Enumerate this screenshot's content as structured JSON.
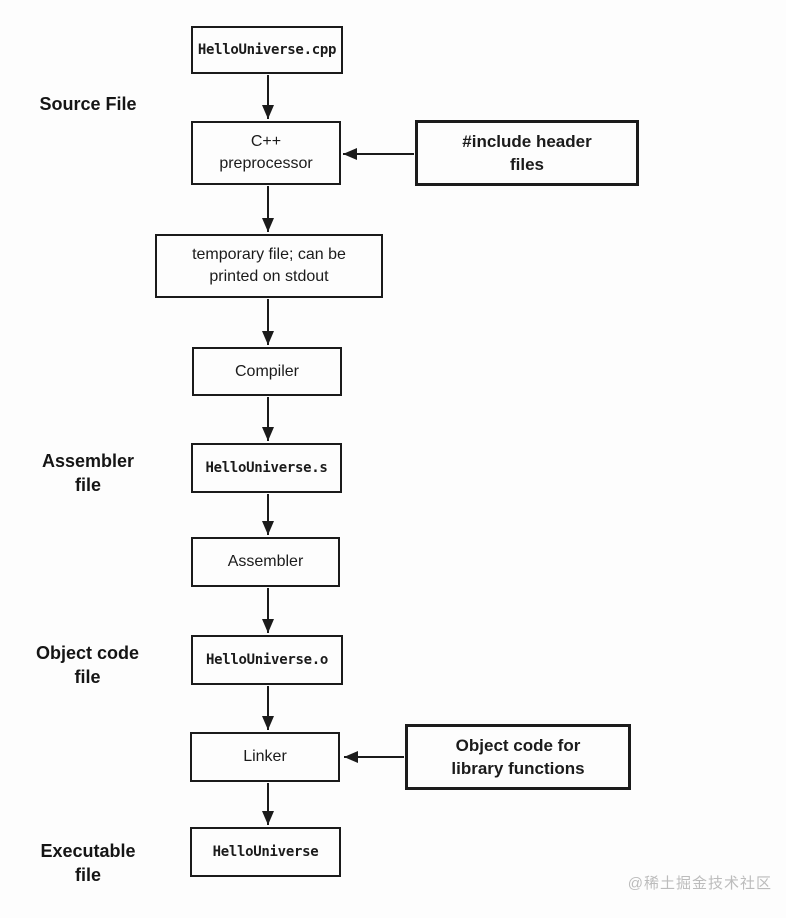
{
  "diagram_title": "C++ compilation pipeline flowchart",
  "nodes": {
    "cpp_source": {
      "label": "HelloUniverse.cpp",
      "kind": "file"
    },
    "preprocessor": {
      "label": "C++\npreprocessor",
      "kind": "process"
    },
    "include_header": {
      "label": "#include header\nfiles",
      "kind": "annotation"
    },
    "temp_file": {
      "label": "temporary file; can be\nprinted on stdout",
      "kind": "process"
    },
    "compiler": {
      "label": "Compiler",
      "kind": "process"
    },
    "asm_file": {
      "label": "HelloUniverse.s",
      "kind": "file"
    },
    "assembler": {
      "label": "Assembler",
      "kind": "process"
    },
    "obj_file": {
      "label": "HelloUniverse.o",
      "kind": "file"
    },
    "linker": {
      "label": "Linker",
      "kind": "process"
    },
    "lib_objects": {
      "label": "Object code for\nlibrary functions",
      "kind": "annotation"
    },
    "executable": {
      "label": "HelloUniverse",
      "kind": "file"
    }
  },
  "stage_labels": {
    "source": "Source File",
    "assembler": "Assembler\nfile",
    "object": "Object code\nfile",
    "executable": "Executable\nfile"
  },
  "edges": [
    "cpp_source -> preprocessor",
    "include_header -> preprocessor",
    "preprocessor -> temp_file",
    "temp_file -> compiler",
    "compiler -> asm_file",
    "asm_file -> assembler",
    "assembler -> obj_file",
    "obj_file -> linker",
    "lib_objects -> linker",
    "linker -> executable"
  ],
  "watermark": "@稀土掘金技术社区",
  "colors": {
    "stroke": "#1b1b1b",
    "text": "#1b1b1b",
    "watermark": "#bcbcbc",
    "background": "#fdfdfd"
  }
}
